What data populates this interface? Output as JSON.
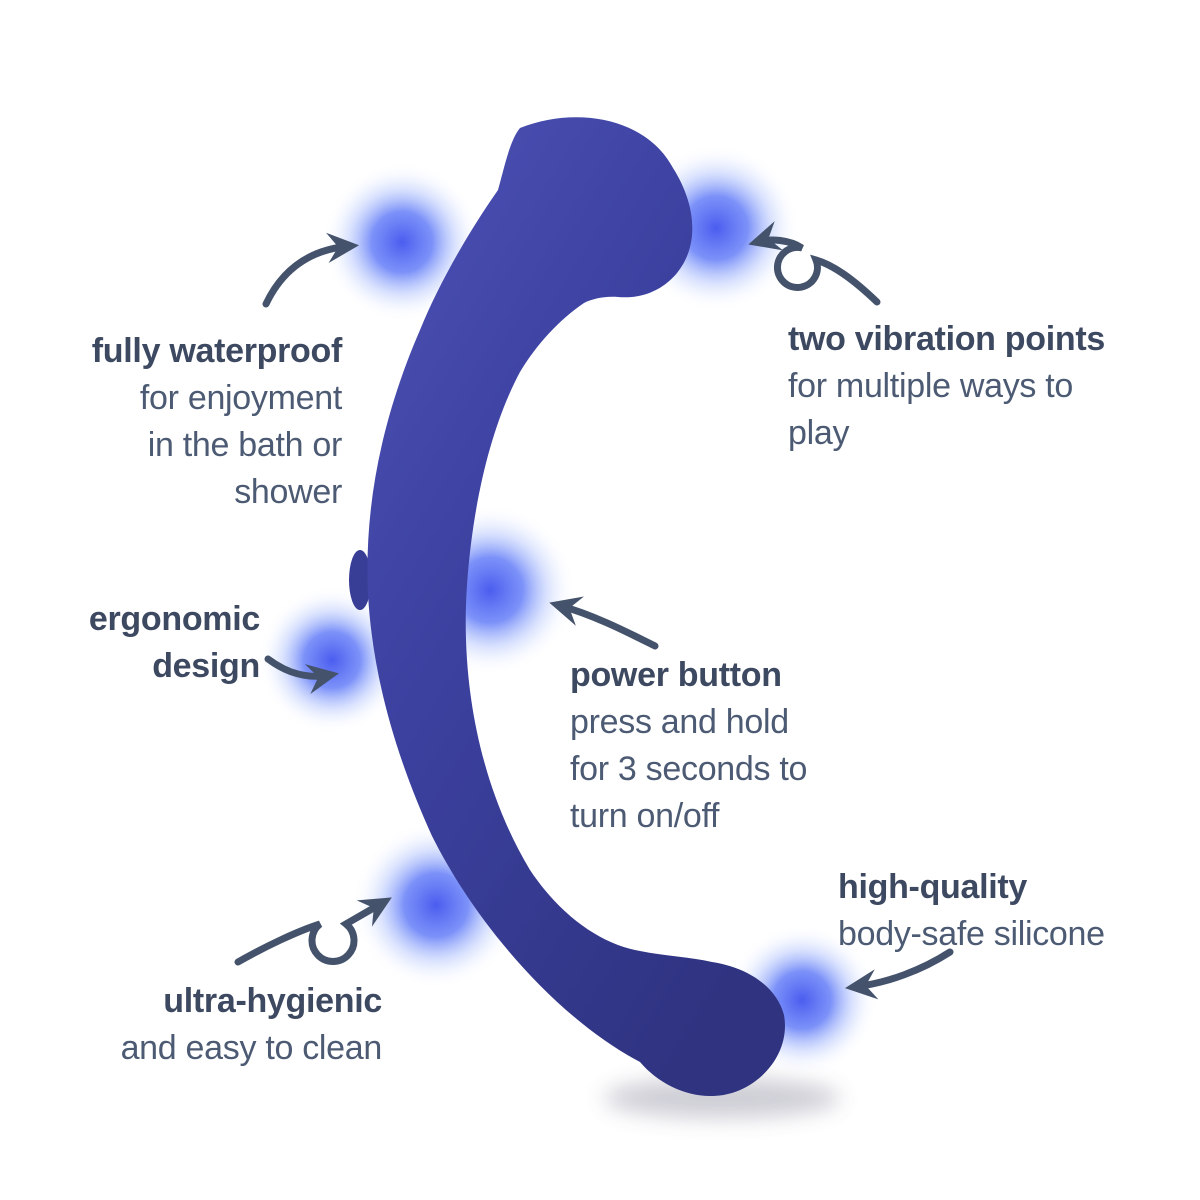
{
  "colors": {
    "background": "#ffffff",
    "title_text": "#3d4960",
    "body_text": "#4c5b73",
    "arrow": "#44536b",
    "product_body": "#3c41a0",
    "product_body_dark": "#2f3380",
    "vibration_glow": "#4154ee"
  },
  "product": {
    "name": "curved blue silicone wand with two bulbous ends",
    "glow_spots": 6
  },
  "annotations": {
    "waterproof": {
      "title": "fully waterproof",
      "line1": "for enjoyment",
      "line2": "in the bath or",
      "line3": "shower"
    },
    "vibration": {
      "title": "two vibration points",
      "line1": "for multiple ways to",
      "line2": "play"
    },
    "ergonomic": {
      "title1": "ergonomic",
      "title2": "design"
    },
    "power": {
      "title": "power button",
      "line1": "press and hold",
      "line2": "for 3 seconds to",
      "line3": "turn on/off"
    },
    "hygienic": {
      "title": "ultra-hygienic",
      "line1": "and easy to clean"
    },
    "quality": {
      "title": "high-quality",
      "line1": "body-safe silicone"
    }
  }
}
